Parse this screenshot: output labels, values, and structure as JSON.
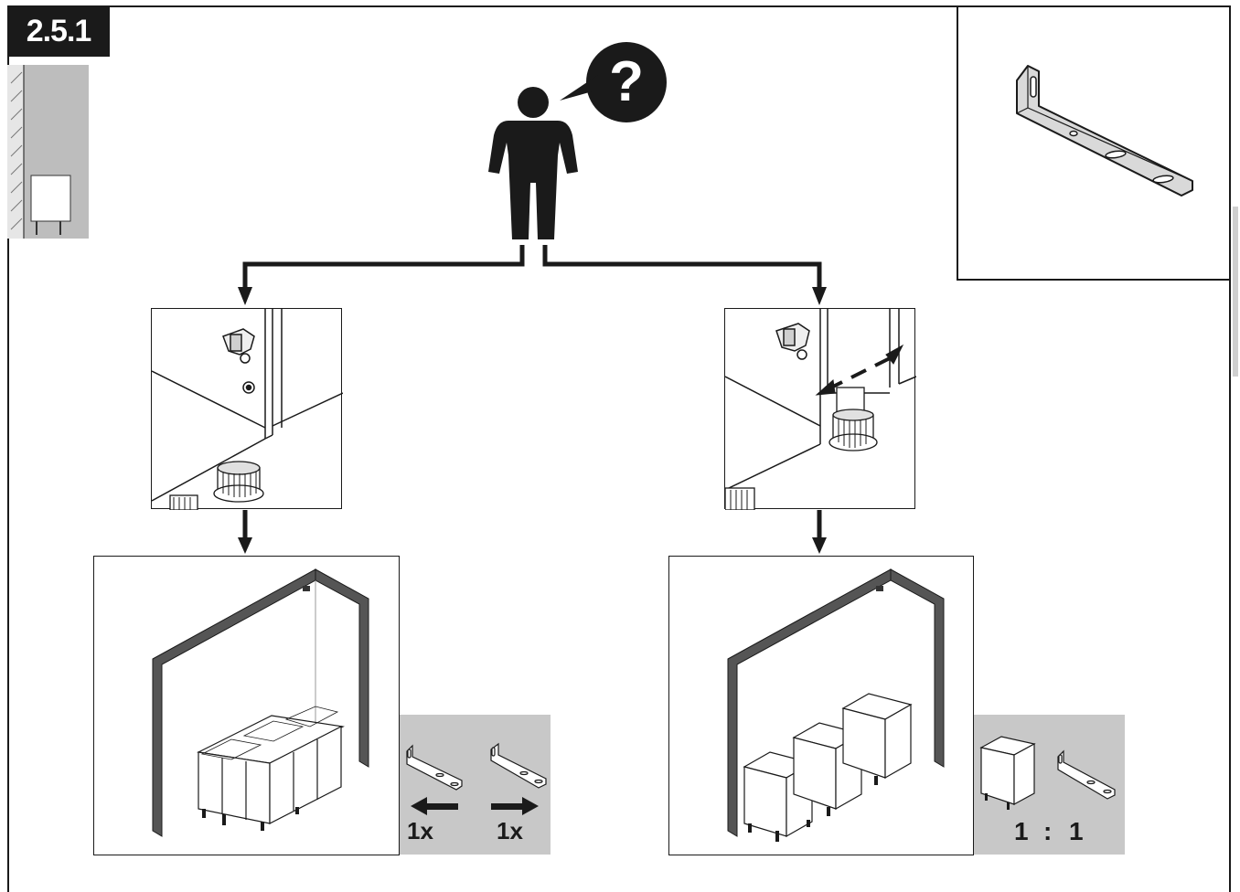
{
  "step": {
    "number": "2.5.1"
  },
  "quantities": {
    "left_bracket_count": "1x",
    "right_bracket_count": "1x",
    "ratio_left": "1",
    "ratio_separator": ":",
    "ratio_right": "1"
  },
  "colors": {
    "ink": "#1a1a1a",
    "gray_panel": "#c8c8c8",
    "thumb_gray": "#bdbdbd"
  },
  "icons": [
    "question-bubble-icon",
    "person-icon",
    "l-bracket-icon",
    "hinge-icon",
    "adjustable-leg-icon",
    "cabinet-icon",
    "arrow-icon"
  ]
}
